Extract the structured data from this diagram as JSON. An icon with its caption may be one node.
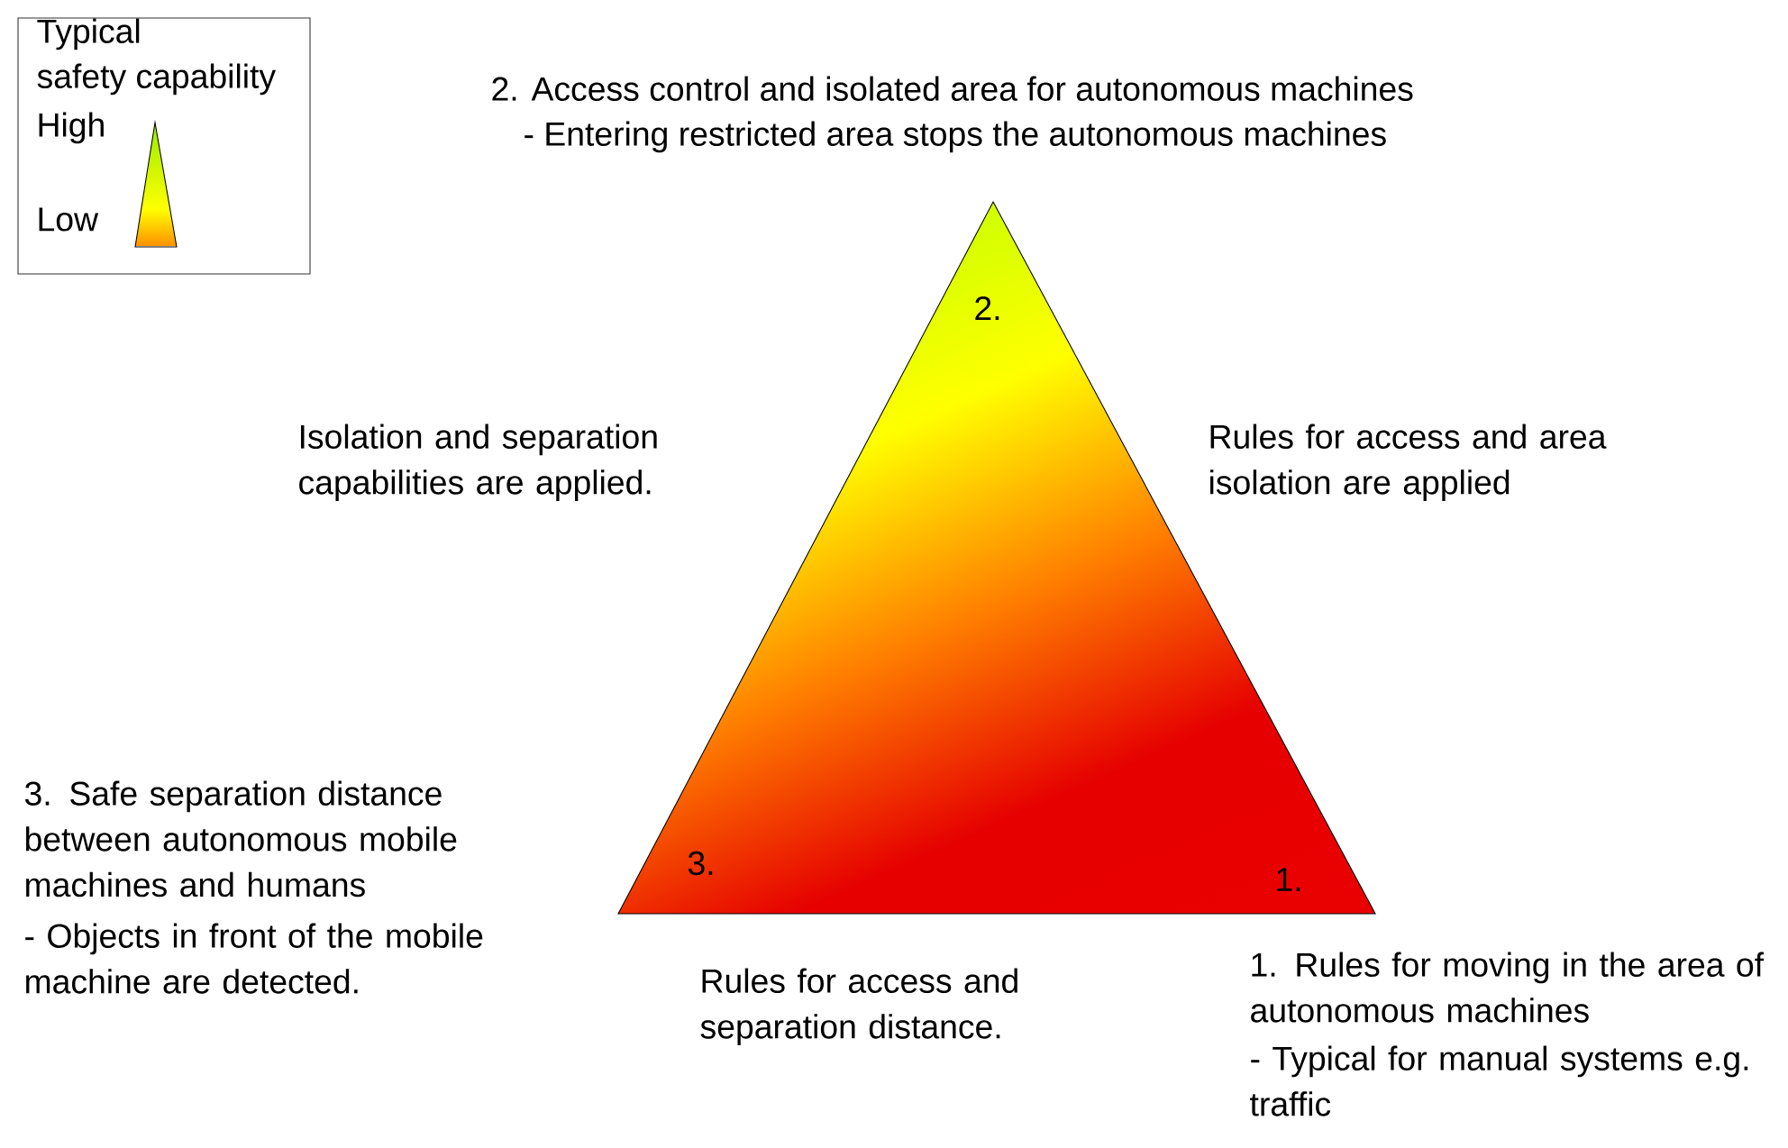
{
  "diagram": {
    "nodes": [
      {
        "text": [
          "Typical",
          "safety capability",
          "High",
          "Low"
        ]
      },
      {
        "text": [
          "2.",
          "3.",
          "1."
        ]
      }
    ],
    "labels": [
      "2. Access control and isolated area for autonomous machines",
      "- Entering restricted area stops the autonomous machines",
      "Isolation and separation capabilities are applied.",
      "Rules for access and area isolation are applied",
      "3. Safe separation distance between autonomous mobile machines and humans",
      "- Objects in front of the mobile machine are detected.",
      "Rules for access and separation distance.",
      "1. Rules for moving in the area of autonomous machines",
      "- Typical for manual systems e.g. traffic"
    ]
  }
}
